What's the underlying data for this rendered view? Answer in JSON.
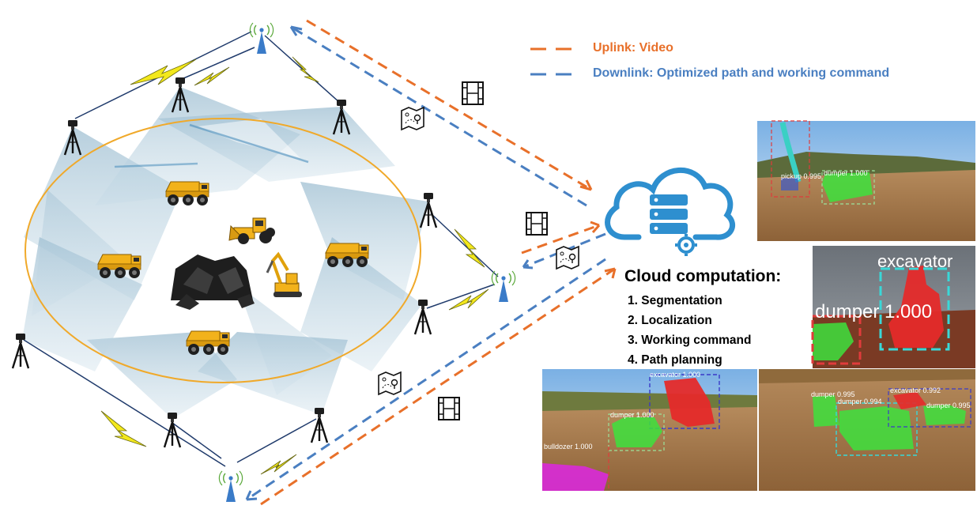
{
  "legend": {
    "uplink_label": "Uplink: Video",
    "uplink_color": "#e8702a",
    "downlink_label": "Downlink: Optimized path and working command",
    "downlink_color": "#4a7fc1"
  },
  "cloud": {
    "title": "Cloud computation:",
    "steps": [
      "1. Segmentation",
      "2. Localization",
      "3. Working command",
      "4. Path planning"
    ],
    "icon_color": "#2e8fcf"
  },
  "detections": {
    "photo1": [
      "pickup 0.995",
      "dumper 1.000"
    ],
    "photo2": [
      "excavator",
      "dumper 1.000"
    ],
    "photo3": [
      "excavator 1.000",
      "dumper 1.000",
      "bulldozer 1.000"
    ],
    "photo4": [
      "dumper 0.995",
      "excavator 0.992",
      "dumper 0.994",
      "dumper 0.995"
    ]
  },
  "colors": {
    "zone_ellipse": "#f0a92a",
    "radio_link": "#f3e81c",
    "tower": "#3a7bc8",
    "seg_green": "#3de23d",
    "seg_red": "#e52a2a",
    "seg_magenta": "#d92ad9",
    "seg_cyan": "#39d8d8"
  }
}
